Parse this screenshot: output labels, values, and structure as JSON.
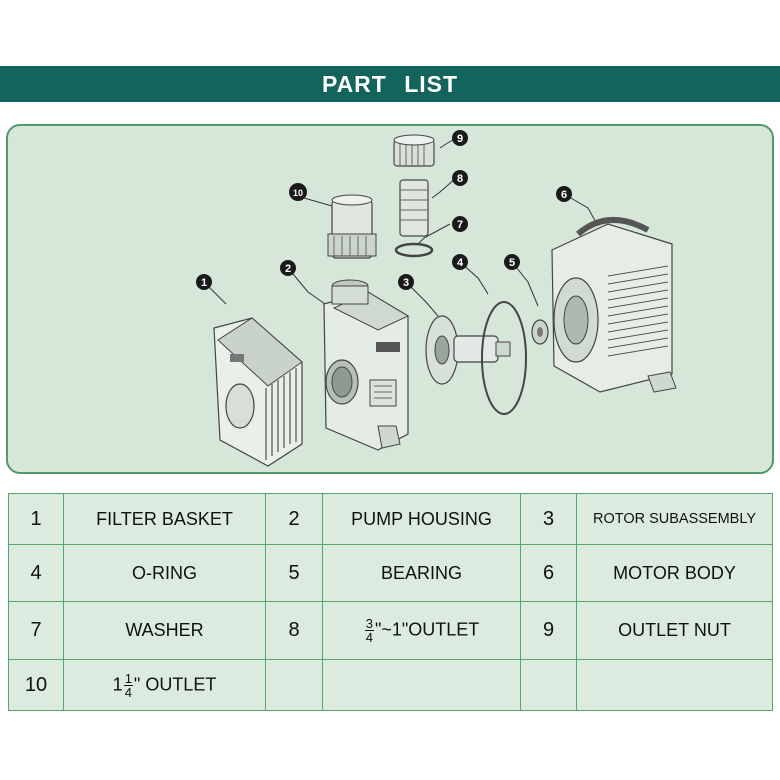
{
  "header": {
    "title": "PART LIST"
  },
  "callouts": [
    "1",
    "2",
    "3",
    "4",
    "5",
    "6",
    "7",
    "8",
    "9",
    "10"
  ],
  "parts": [
    {
      "num": "1",
      "name": "FILTER BASKET"
    },
    {
      "num": "2",
      "name": "PUMP HOUSING"
    },
    {
      "num": "3",
      "name": "ROTOR SUBASSEMBLY"
    },
    {
      "num": "4",
      "name": "O-RING"
    },
    {
      "num": "5",
      "name": "BEARING"
    },
    {
      "num": "6",
      "name": "MOTOR BODY"
    },
    {
      "num": "7",
      "name": "WASHER"
    },
    {
      "num": "8",
      "name_frac_num": "3",
      "name_frac_den": "4",
      "name_rest": "\"~1\"OUTLET"
    },
    {
      "num": "9",
      "name": "OUTLET NUT"
    },
    {
      "num": "10",
      "name_lead": "1",
      "name_frac_num": "1",
      "name_frac_den": "4",
      "name_rest": "\" OUTLET"
    }
  ],
  "colors": {
    "header_bg": "#13645c",
    "panel_bg": "#d6e7da",
    "panel_border": "#4f9a66",
    "cell_bg": "#dcebdf",
    "cell_border": "#5aa56a"
  }
}
